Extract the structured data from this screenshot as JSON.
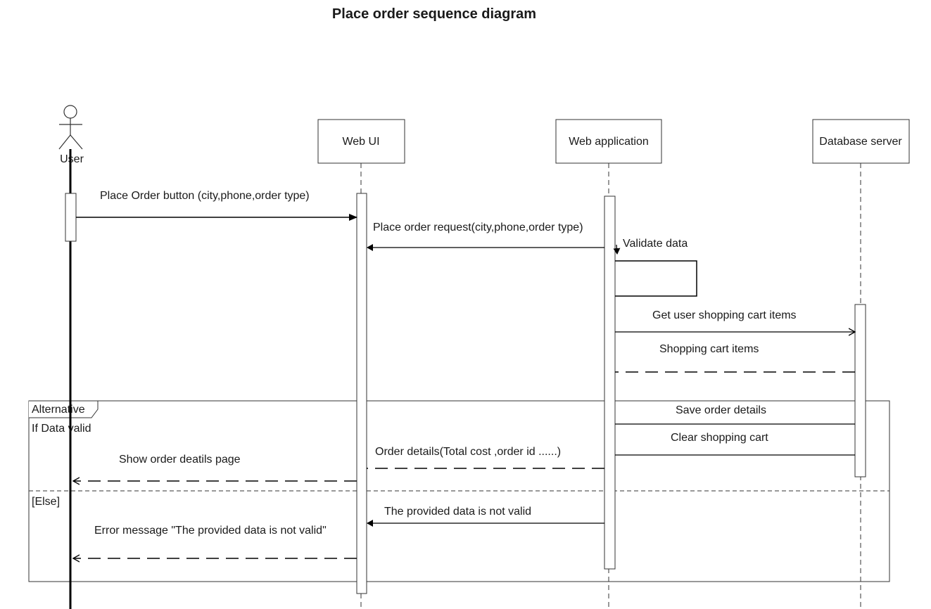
{
  "title": "Place order sequence diagram",
  "participants": {
    "user": "User",
    "web_ui": "Web UI",
    "web_app": "Web application",
    "db": "Database server"
  },
  "messages": {
    "m1": "Place Order button (city,phone,order type)",
    "m2": "Place order request(city,phone,order type)",
    "m3": "Validate data",
    "m4": "Get user shopping cart items",
    "m5": "Shopping cart items",
    "m6": "Save order details",
    "m7": "Clear shopping cart",
    "m8": "Order details(Total cost ,order id ......)",
    "m9": "Show order deatils page",
    "m10": "The provided data is not valid",
    "m11": "Error message \"The provided data is not valid\""
  },
  "fragment": {
    "label": "Alternative",
    "guard1": "If Data valid",
    "guard2": "[Else]"
  }
}
